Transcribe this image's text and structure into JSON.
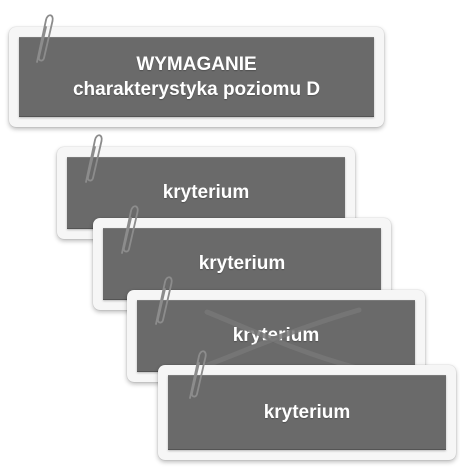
{
  "requirement": {
    "title": "WYMAGANIE",
    "subtitle": "charakterystyka poziomu D"
  },
  "criteria": [
    {
      "label": "kryterium",
      "crossed_out": false
    },
    {
      "label": "kryterium",
      "crossed_out": false
    },
    {
      "label": "kryterium",
      "crossed_out": true
    },
    {
      "label": "kryterium",
      "crossed_out": false
    }
  ],
  "colors": {
    "panel": "#6a6a6a",
    "card": "#f6f6f6",
    "text": "#ffffff",
    "clip": "#8c8c8c"
  },
  "icons": {
    "clip": "paperclip-icon",
    "cross": "cross-out-mark"
  }
}
